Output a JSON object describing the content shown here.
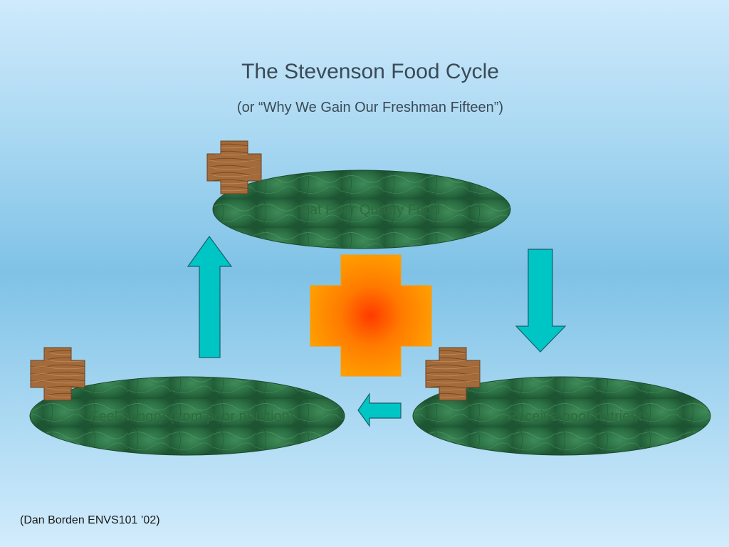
{
  "title": "The Stevenson Food Cycle",
  "subtitle": "(or “Why We Gain Our Freshman Fifteen”)",
  "credit": "(Dan Borden ENVS101 ’02)",
  "nodes": {
    "top": "Eat Poor Quality Food",
    "right": "Receive poor nutrients",
    "left": "Feel hungry (from poor nutrition)"
  },
  "colors": {
    "arrow_fill": "#00c5c5",
    "arrow_stroke": "#1a5f68",
    "node_fill": "#2b6f43",
    "center_outer": "#ffa000",
    "center_inner": "#ff3a00",
    "wood": "#a06a3a"
  }
}
